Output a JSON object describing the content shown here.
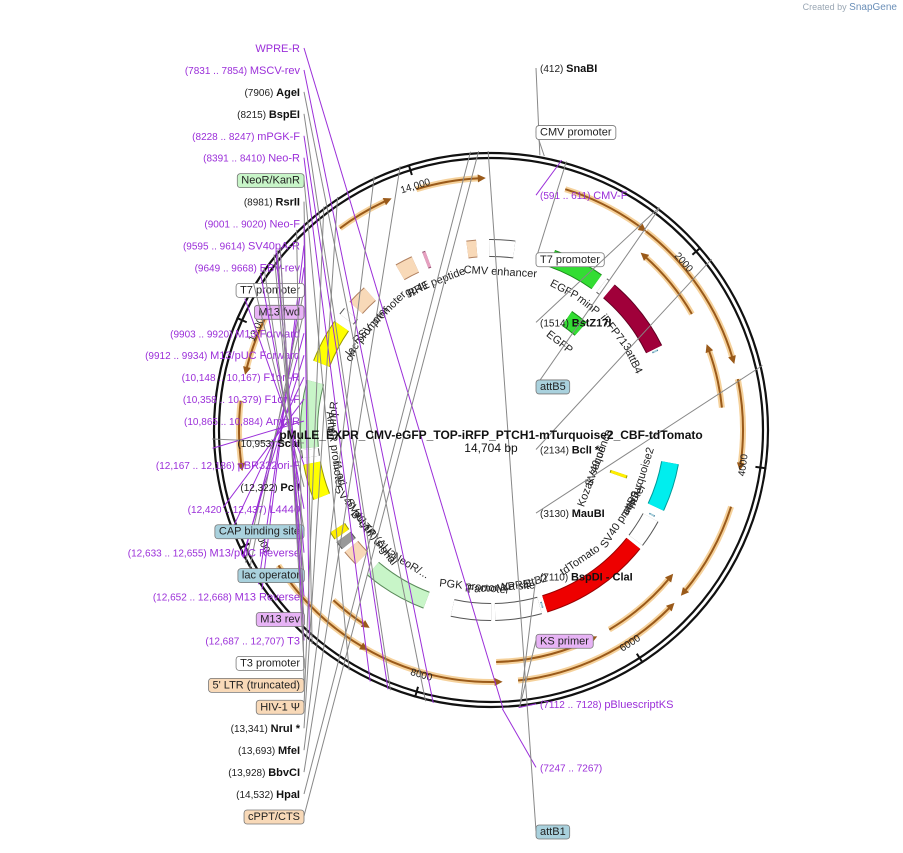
{
  "branding": {
    "created_by": "Created by",
    "product": "SnapGene"
  },
  "plasmid": {
    "name": "pMuLE_EXPR_CMV-eGFP_TOP-iRFP_PTCH1-mTurquoise2_CBF-tdTomato",
    "size": "14,704 bp",
    "total_bp": 14704
  },
  "ruler": {
    "ticks": [
      {
        "bp": 2000,
        "label": "2000"
      },
      {
        "bp": 4000,
        "label": "4000"
      },
      {
        "bp": 6000,
        "label": "6000"
      },
      {
        "bp": 8000,
        "label": "8000"
      },
      {
        "bp": 10000,
        "label": "10,000"
      },
      {
        "bp": 12000,
        "label": "12,000"
      },
      {
        "bp": 14000,
        "label": "14,000"
      }
    ]
  },
  "sites": [
    {
      "name": "SnaBI",
      "pos": "(412)",
      "bold": true,
      "bp": 412,
      "side": "r"
    },
    {
      "name": "CMV promoter",
      "pos": "",
      "box": "#ffffff",
      "bp": 450,
      "side": "r"
    },
    {
      "name": "CMV-F",
      "pos": "(591 .. 611)",
      "primer": true,
      "bp": 600,
      "side": "r"
    },
    {
      "name": "T7 promoter",
      "pos": "",
      "box": "#ffffff",
      "bp": 640,
      "side": "r"
    },
    {
      "name": "BstZ17I",
      "pos": "(1514)",
      "bold": true,
      "bp": 1514,
      "side": "r"
    },
    {
      "name": "attB5",
      "pos": "",
      "box": "#a9d1dd",
      "bp": 1520,
      "side": "r"
    },
    {
      "name": "BclI *",
      "pos": "(2134)",
      "bold": true,
      "bp": 2134,
      "side": "r"
    },
    {
      "name": "MauBI",
      "pos": "(3130)",
      "bold": true,
      "bp": 3130,
      "side": "r"
    },
    {
      "name": "BspDI - ClaI",
      "pos": "(7110)",
      "bold": true,
      "bp": 7110,
      "side": "r"
    },
    {
      "name": "KS primer",
      "pos": "",
      "box": "#e7b3f5",
      "bp": 7112,
      "side": "r"
    },
    {
      "name": "pBluescriptKS",
      "pos": "(7112 .. 7128)",
      "primer": true,
      "bp": 7120,
      "side": "r"
    },
    {
      "name": "",
      "pos": "(7247 .. 7267)",
      "primer": true,
      "bp": 7257,
      "side": "r"
    },
    {
      "name": "WPRE-R",
      "pos": "",
      "primer": true,
      "bp": 7250,
      "side": "l"
    },
    {
      "name": "MSCV-rev",
      "pos": "(7831 .. 7854)",
      "primer": true,
      "bp": 7840,
      "side": "l"
    },
    {
      "name": "AgeI",
      "pos": "(7906)",
      "bold": true,
      "bp": 7906,
      "side": "l"
    },
    {
      "name": "BspEI",
      "pos": "(8215)",
      "bold": true,
      "bp": 8215,
      "side": "l"
    },
    {
      "name": "mPGK-F",
      "pos": "(8228 .. 8247)",
      "primer": true,
      "bp": 8237,
      "side": "l"
    },
    {
      "name": "Neo-R",
      "pos": "(8391 .. 8410)",
      "primer": true,
      "bp": 8400,
      "side": "l"
    },
    {
      "name": "NeoR/KanR",
      "pos": "",
      "box": "#c8f5c8",
      "bp": 8600,
      "side": "l"
    },
    {
      "name": "RsrII",
      "pos": "(8981)",
      "bold": true,
      "bp": 8981,
      "side": "l"
    },
    {
      "name": "Neo-F",
      "pos": "(9001 .. 9020)",
      "primer": true,
      "bp": 9010,
      "side": "l"
    },
    {
      "name": "SV40pA-R",
      "pos": "(9595 .. 9614)",
      "primer": true,
      "bp": 9605,
      "side": "l"
    },
    {
      "name": "EBV-rev",
      "pos": "(9649 .. 9668)",
      "primer": true,
      "bp": 9658,
      "side": "l"
    },
    {
      "name": "T7 promoter",
      "pos": "",
      "box": "#ffffff",
      "bp": 9800,
      "side": "l"
    },
    {
      "name": "M13 fwd",
      "pos": "",
      "box": "#e7b3f5",
      "bp": 9870,
      "side": "l"
    },
    {
      "name": "M13 Forward",
      "pos": "(9903 .. 9920)",
      "primer": true,
      "bp": 9910,
      "side": "l"
    },
    {
      "name": "M13/pUC Forward",
      "pos": "(9912 .. 9934)",
      "primer": true,
      "bp": 9923,
      "side": "l"
    },
    {
      "name": "F1ori-R",
      "pos": "(10,148 .. 10,167)",
      "primer": true,
      "bp": 10157,
      "side": "l"
    },
    {
      "name": "F1ori-F",
      "pos": "(10,358 .. 10,379)",
      "primer": true,
      "bp": 10368,
      "side": "l"
    },
    {
      "name": "Amp-R",
      "pos": "(10,865 .. 10,884)",
      "primer": true,
      "bp": 10875,
      "side": "l"
    },
    {
      "name": "ScaI",
      "pos": "(10,953)",
      "bold": true,
      "bp": 10953,
      "side": "l"
    },
    {
      "name": "pBR322ori-F",
      "pos": "(12,167 .. 12,186)",
      "primer": true,
      "bp": 12176,
      "side": "l"
    },
    {
      "name": "PciI",
      "pos": "(12,322)",
      "bold": true,
      "bp": 12322,
      "side": "l"
    },
    {
      "name": "L4440",
      "pos": "(12,420 .. 12,437)",
      "primer": true,
      "bp": 12428,
      "side": "l"
    },
    {
      "name": "CAP binding site",
      "pos": "",
      "box": "#a9d1dd",
      "bp": 12480,
      "side": "l"
    },
    {
      "name": "M13/pUC Reverse",
      "pos": "(12,633 .. 12,655)",
      "primer": true,
      "bp": 12644,
      "side": "l"
    },
    {
      "name": "lac operator",
      "pos": "",
      "box": "#a9d1dd",
      "bp": 12620,
      "side": "l"
    },
    {
      "name": "M13 Reverse",
      "pos": "(12,652 .. 12,668)",
      "primer": true,
      "bp": 12660,
      "side": "l"
    },
    {
      "name": "M13 rev",
      "pos": "",
      "box": "#e7b3f5",
      "bp": 12665,
      "side": "l"
    },
    {
      "name": "T3",
      "pos": "(12,687 .. 12,707)",
      "primer": true,
      "bp": 12697,
      "side": "l"
    },
    {
      "name": "T3 promoter",
      "pos": "",
      "box": "#ffffff",
      "bp": 12700,
      "side": "l"
    },
    {
      "name": "5' LTR (truncated)",
      "pos": "",
      "box": "#f8d9b8",
      "bp": 12900,
      "side": "l"
    },
    {
      "name": "HIV-1 Ψ",
      "pos": "",
      "box": "#f8d9b8",
      "bp": 13200,
      "side": "l"
    },
    {
      "name": "NruI *",
      "pos": "(13,341)",
      "bold": true,
      "bp": 13341,
      "side": "l"
    },
    {
      "name": "MfeI",
      "pos": "(13,693)",
      "bold": true,
      "bp": 13693,
      "side": "l"
    },
    {
      "name": "BbvCI",
      "pos": "(13,928)",
      "bold": true,
      "bp": 13928,
      "side": "l"
    },
    {
      "name": "HpaI",
      "pos": "(14,532)",
      "bold": true,
      "bp": 14532,
      "side": "l"
    },
    {
      "name": "cPPT/CTS",
      "pos": "",
      "box": "#f8d9b8",
      "bp": 14600,
      "side": "l"
    },
    {
      "name": "attB1",
      "pos": "",
      "box": "#a9d1dd",
      "bp": 14680,
      "side": "r"
    }
  ],
  "features": [
    {
      "name": "CMV enhancer",
      "label": "CMV enhancer",
      "kind": "white",
      "from": 14680,
      "to": 300,
      "r": 182
    },
    {
      "name": "EGFP",
      "label": "EGFP",
      "kind": "green",
      "from": 800,
      "to": 1450,
      "r": 182
    },
    {
      "name": "EGFP",
      "label": "EGFP",
      "kind": "green",
      "from": 1400,
      "to": 1700,
      "r": 135
    },
    {
      "name": "minP",
      "label": "minP",
      "kind": "white",
      "from": 1530,
      "to": 1570,
      "r": 182
    },
    {
      "name": "iRFP713",
      "label": "iRFP713",
      "kind": "red",
      "from": 1650,
      "to": 2600,
      "r": 182
    },
    {
      "name": "attB4",
      "label": "attB4",
      "kind": "attb",
      "from": 2620,
      "to": 2640,
      "r": 182
    },
    {
      "name": "mTurquoise2",
      "label": "mTurquoise2",
      "kind": "cyan",
      "from": 4100,
      "to": 4700,
      "r": 182
    },
    {
      "name": "SV40 ori",
      "label": "SV40 ori",
      "kind": "yellow-box",
      "from": 4430,
      "to": 4480,
      "r": 135
    },
    {
      "name": "Kozak sequence",
      "label": "Kozak sequence",
      "kind": "text-only",
      "from": 4500,
      "to": 4500,
      "r": 135
    },
    {
      "name": "attB3",
      "label": "attB3",
      "kind": "attb",
      "from": 4800,
      "to": 4820,
      "r": 182
    },
    {
      "name": "SV40 promoter",
      "label": "SV40 promoter",
      "kind": "white",
      "from": 4850,
      "to": 5200,
      "r": 182
    },
    {
      "name": "tdTomato",
      "label": "tdTomato",
      "kind": "redbright",
      "from": 5250,
      "to": 6650,
      "r": 182
    },
    {
      "name": "attB2",
      "label": "attB2",
      "kind": "attb",
      "from": 6680,
      "to": 6700,
      "r": 182
    },
    {
      "name": "WPRE",
      "label": "WPRE",
      "kind": "white",
      "from": 6720,
      "to": 7300,
      "r": 182
    },
    {
      "name": "Factor Xa site",
      "label": "Factor Xa site",
      "kind": "text-only",
      "from": 7200,
      "to": 7200,
      "r": 182
    },
    {
      "name": "PGK promoter",
      "label": "PGK promoter",
      "kind": "white",
      "from": 7350,
      "to": 7850,
      "r": 182
    },
    {
      "name": "NeoR/KanR",
      "label": "NeoR/...",
      "kind": "lightgreen",
      "from": 8200,
      "to": 9000,
      "r": 182
    },
    {
      "name": "3' LTR (ΔU3)",
      "label": "3' LTR (ΔU3)",
      "kind": "peach",
      "from": 9200,
      "to": 9400,
      "r": 182
    },
    {
      "name": "SV40 poly(A) signal",
      "label": "SV40 poly(A) signal",
      "kind": "gray",
      "from": 9450,
      "to": 9560,
      "r": 182
    },
    {
      "name": "SV40 ori",
      "label": "SV40 ori",
      "kind": "yellow-box",
      "from": 9600,
      "to": 9700,
      "r": 182
    },
    {
      "name": "f1 ori",
      "label": "f1 ori",
      "kind": "yellow",
      "from": 10150,
      "to": 10600,
      "r": 182
    },
    {
      "name": "AmpR promoter",
      "label": "AmpR promoter",
      "kind": "white",
      "from": 10680,
      "to": 10780,
      "r": 182
    },
    {
      "name": "AmpR",
      "label": "AmpR",
      "kind": "lightgreen",
      "from": 10800,
      "to": 11650,
      "r": 182
    },
    {
      "name": "ori",
      "label": "ori",
      "kind": "yellow",
      "from": 11900,
      "to": 12450,
      "r": 182
    },
    {
      "name": "lac promoter",
      "label": "lac promoter",
      "kind": "white",
      "from": 12560,
      "to": 12650,
      "r": 182
    },
    {
      "name": "RSV promoter",
      "label": "RSV promoter",
      "kind": "peach",
      "from": 12750,
      "to": 13000,
      "r": 182
    },
    {
      "name": "RRE",
      "label": "RRE",
      "kind": "peach",
      "from": 13480,
      "to": 13700,
      "r": 182
    },
    {
      "name": "gp41 peptide",
      "label": "gp41 peptide",
      "kind": "pink",
      "from": 13840,
      "to": 13880,
      "r": 182
    },
    {
      "name": "cPPT/CTS",
      "label": "",
      "kind": "peach",
      "from": 14400,
      "to": 14520,
      "r": 182
    }
  ],
  "orfs": [
    {
      "from": 14000,
      "to": 14600,
      "dir": 1
    },
    {
      "from": 700,
      "to": 1500,
      "dir": 1
    },
    {
      "from": 1550,
      "to": 3000,
      "dir": 1
    },
    {
      "from": 1700,
      "to": 2450,
      "dir": -1,
      "r": 232
    },
    {
      "from": 3200,
      "to": 4000,
      "dir": 1
    },
    {
      "from": 2850,
      "to": 3450,
      "dir": -1,
      "r": 232
    },
    {
      "from": 4400,
      "to": 5300,
      "dir": 1
    },
    {
      "from": 5300,
      "to": 6100,
      "dir": -1,
      "r": 232
    },
    {
      "from": 5500,
      "to": 7100,
      "dir": -1
    },
    {
      "from": 6300,
      "to": 7300,
      "dir": -1,
      "r": 232
    },
    {
      "from": 7300,
      "to": 8600,
      "dir": -1
    },
    {
      "from": 8600,
      "to": 9700,
      "dir": -1
    },
    {
      "from": 8700,
      "to": 9100,
      "dir": -1,
      "r": 232
    },
    {
      "from": 10700,
      "to": 11300,
      "dir": -1
    },
    {
      "from": 11600,
      "to": 12200,
      "dir": -1
    },
    {
      "from": 13200,
      "to": 13700,
      "dir": 1
    }
  ]
}
